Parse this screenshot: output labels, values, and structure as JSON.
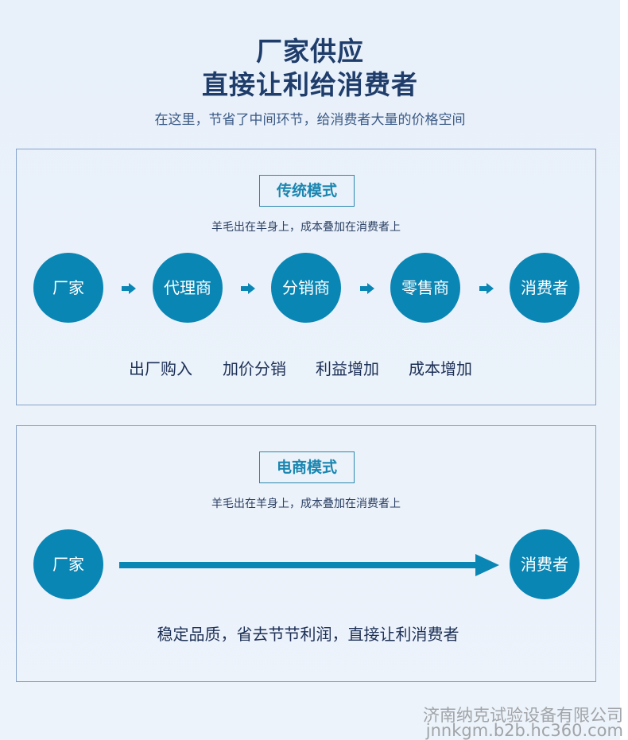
{
  "header": {
    "title_line1": "厂家供应",
    "title_line2": "直接让利给消费者",
    "subtitle": "在这里，节省了中间环节，给消费者大量的价格空间"
  },
  "traditional": {
    "label": "传统模式",
    "note": "羊毛出在羊身上，成本叠加在消费者上",
    "nodes": [
      "厂家",
      "代理商",
      "分销商",
      "零售商",
      "消费者"
    ],
    "steps": [
      "出厂购入",
      "加价分销",
      "利益增加",
      "成本增加"
    ]
  },
  "ecommerce": {
    "label": "电商模式",
    "note": "羊毛出在羊身上，成本叠加在消费者上",
    "nodes": [
      "厂家",
      "消费者"
    ],
    "summary": "稳定品质，省去节节利润，直接让利消费者"
  },
  "watermark": {
    "company": "济南纳克试验设备有限公司",
    "url": "jnnkgm.b2b.hc360.com"
  },
  "colors": {
    "accent": "#0a86b5",
    "title": "#1f3d6b"
  }
}
